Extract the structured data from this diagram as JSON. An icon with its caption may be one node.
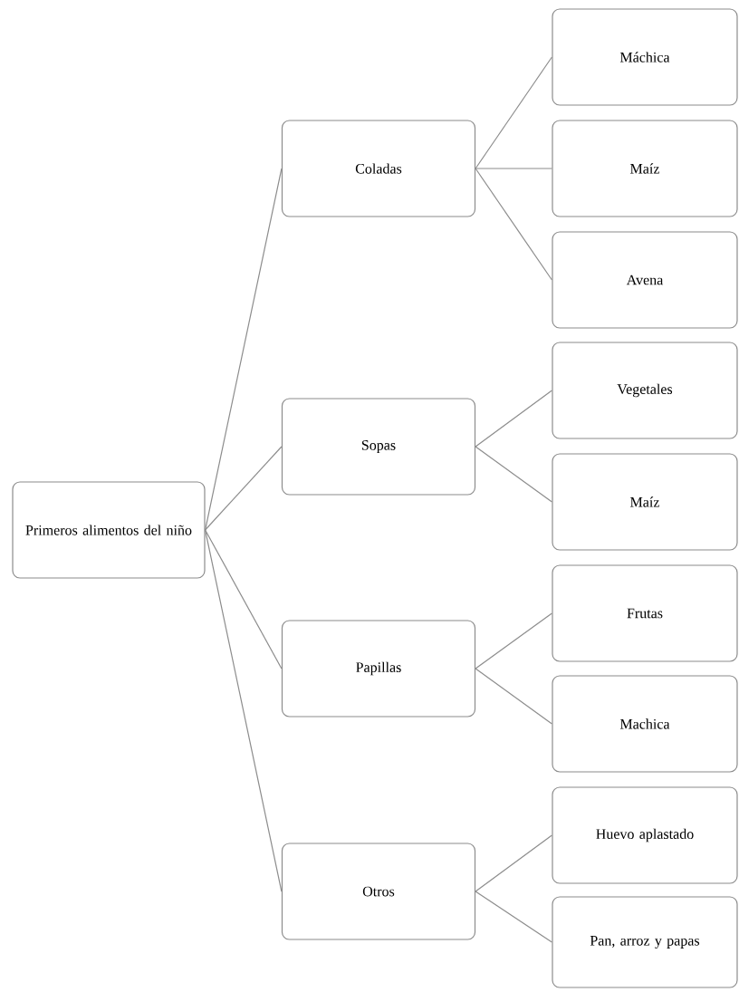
{
  "diagram": {
    "nodes": [
      {
        "text": [
          "Primeros alimentos del niño"
        ]
      },
      {
        "text": [
          "Coladas"
        ]
      },
      {
        "text": [
          "Máchica"
        ]
      },
      {
        "text": [
          "Maíz"
        ]
      },
      {
        "text": [
          "Avena"
        ]
      },
      {
        "text": [
          "Sopas"
        ]
      },
      {
        "text": [
          "Vegetales"
        ]
      },
      {
        "text": [
          "Maíz"
        ]
      },
      {
        "text": [
          "Papillas"
        ]
      },
      {
        "text": [
          "Frutas"
        ]
      },
      {
        "text": [
          "Machica"
        ]
      },
      {
        "text": [
          "Otros"
        ]
      },
      {
        "text": [
          "Huevo aplastado"
        ]
      },
      {
        "text": [
          "Pan, arroz y papas"
        ]
      }
    ],
    "edges": [
      {
        "from": 0,
        "to": 1,
        "arrow": "none"
      },
      {
        "from": 0,
        "to": 5,
        "arrow": "none"
      },
      {
        "from": 0,
        "to": 8,
        "arrow": "none"
      },
      {
        "from": 0,
        "to": 11,
        "arrow": "none"
      },
      {
        "from": 1,
        "to": 2,
        "arrow": "none"
      },
      {
        "from": 1,
        "to": 3,
        "arrow": "none"
      },
      {
        "from": 1,
        "to": 4,
        "arrow": "none"
      },
      {
        "from": 5,
        "to": 6,
        "arrow": "none"
      },
      {
        "from": 5,
        "to": 7,
        "arrow": "none"
      },
      {
        "from": 8,
        "to": 9,
        "arrow": "none"
      },
      {
        "from": 8,
        "to": 10,
        "arrow": "none"
      },
      {
        "from": 11,
        "to": 12,
        "arrow": "none"
      },
      {
        "from": 11,
        "to": 13,
        "arrow": "none"
      }
    ]
  }
}
